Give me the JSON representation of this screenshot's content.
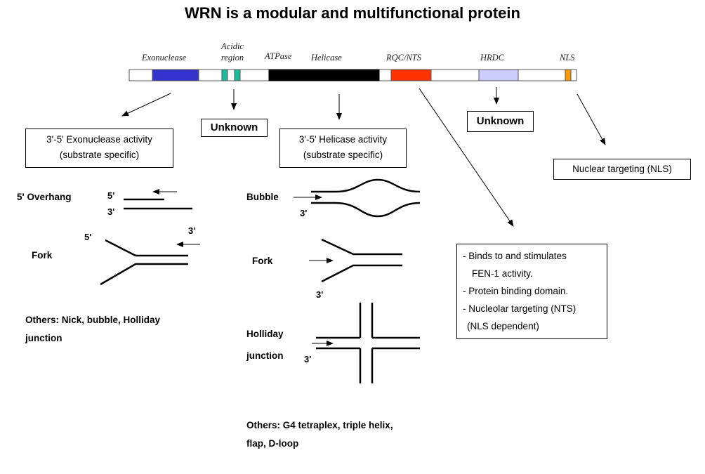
{
  "title": "WRN is a modular and multifunctional protein",
  "domains": {
    "exonuclease": "Exonuclease",
    "acidic_1": "Acidic",
    "acidic_2": "region",
    "atpase": "ATPase",
    "helicase": "Helicase",
    "rqc": "RQC/NTS",
    "hrdc": "HRDC",
    "nls": "NLS"
  },
  "colors": {
    "exonuclease": "#3333cc",
    "acidic": "#1abc9c",
    "helicase": "#000000",
    "rqc": "#ff3300",
    "hrdc": "#ccccff",
    "nls": "#ff9900"
  },
  "boxes": {
    "unknown_acidic": "Unknown",
    "unknown_hrdc": "Unknown",
    "exo_activity": [
      "3'-5' Exonuclease activity",
      "(substrate specific)"
    ],
    "helicase_activity": [
      "3'-5' Helicase activity",
      "(substrate specific)"
    ],
    "nls_targeting": "Nuclear targeting (NLS)",
    "rqc_functions": [
      "- Binds to and stimulates",
      "FEN-1 activity.",
      "- Protein binding domain.",
      "- Nucleolar targeting (NTS)",
      "(NLS dependent)"
    ]
  },
  "exo_substrates": {
    "overhang": "5' Overhang",
    "fork": "Fork",
    "others": [
      "Others: Nick, bubble, Holliday",
      "junction"
    ]
  },
  "helicase_substrates": {
    "bubble": "Bubble",
    "fork": "Fork",
    "holliday": [
      "Holliday",
      "junction"
    ],
    "others": [
      "Others: G4 tetraplex, triple helix,",
      "flap, D-loop"
    ]
  },
  "end_labels": {
    "five_prime": "5'",
    "three_prime": "3'"
  }
}
